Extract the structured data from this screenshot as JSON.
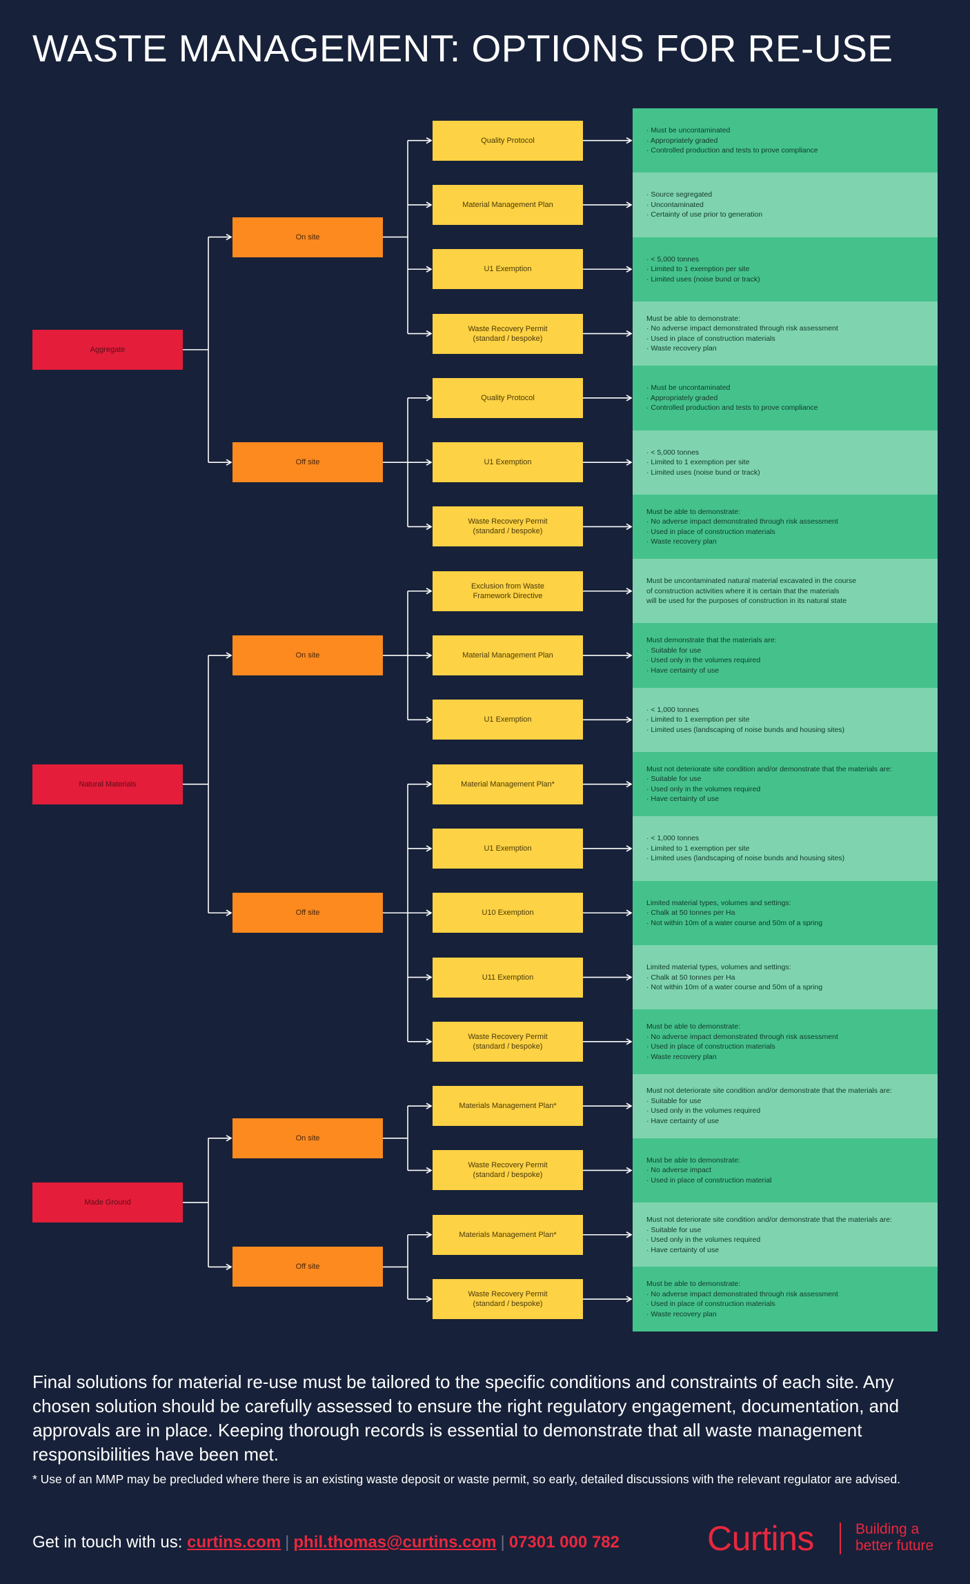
{
  "title": "WASTE MANAGEMENT: OPTIONS FOR RE-USE",
  "tree": [
    {
      "label": "Aggregate",
      "branches": [
        {
          "label": "On site",
          "options": [
            {
              "label": "Quality Protocol",
              "criteria": "· Must be uncontaminated\n· Appropriately graded\n· Controlled production and tests to prove compliance"
            },
            {
              "label": "Material Management Plan",
              "criteria": "· Source segregated\n· Uncontaminated\n· Certainty of use prior to generation"
            },
            {
              "label": "U1 Exemption",
              "criteria": "· < 5,000 tonnes\n· Limited to 1 exemption per site\n· Limited uses (noise bund or track)"
            },
            {
              "label": "Waste Recovery Permit\n(standard / bespoke)",
              "criteria": "Must be able to demonstrate:\n· No adverse impact demonstrated through risk assessment\n· Used in place of construction materials\n· Waste recovery plan"
            }
          ]
        },
        {
          "label": "Off site",
          "options": [
            {
              "label": "Quality Protocol",
              "criteria": "· Must be uncontaminated\n· Appropriately graded\n· Controlled production and tests to prove compliance"
            },
            {
              "label": "U1 Exemption",
              "criteria": "· < 5,000 tonnes\n· Limited to 1 exemption per site\n· Limited uses (noise bund or track)"
            },
            {
              "label": "Waste Recovery Permit\n(standard / bespoke)",
              "criteria": "Must be able to demonstrate:\n· No adverse impact demonstrated through risk assessment\n· Used in place of construction materials\n· Waste recovery plan"
            }
          ]
        }
      ]
    },
    {
      "label": "Natural Materials",
      "branches": [
        {
          "label": "On site",
          "options": [
            {
              "label": "Exclusion from Waste\nFramework Directive",
              "criteria": "Must be uncontaminated natural material excavated in the course\nof construction activities where it is certain that the materials\nwill be used for the purposes of construction in its natural state"
            },
            {
              "label": "Material Management Plan",
              "criteria": "Must demonstrate that the materials are:\n· Suitable for use\n· Used only in the volumes required\n· Have certainty of use"
            },
            {
              "label": "U1 Exemption",
              "criteria": "· < 1,000 tonnes\n· Limited to 1 exemption per site\n· Limited uses (landscaping of noise bunds and housing sites)"
            }
          ]
        },
        {
          "label": "Off site",
          "options": [
            {
              "label": "Material Management Plan*",
              "criteria": "Must not deteriorate site condition and/or demonstrate that the materials are:\n· Suitable for use\n· Used only in the volumes required\n· Have certainty of use"
            },
            {
              "label": "U1 Exemption",
              "criteria": "· < 1,000 tonnes\n· Limited to 1 exemption per site\n· Limited uses (landscaping of noise bunds and housing sites)"
            },
            {
              "label": "U10 Exemption",
              "criteria": "Limited material types, volumes and settings:\n· Chalk at 50 tonnes per Ha\n· Not within 10m of a water course and 50m of a spring"
            },
            {
              "label": "U11 Exemption",
              "criteria": "Limited material types, volumes and settings:\n· Chalk at 50 tonnes per Ha\n· Not within 10m of a water course and 50m of a spring"
            },
            {
              "label": "Waste Recovery Permit\n(standard / bespoke)",
              "criteria": "Must be able to demonstrate:\n· No adverse impact demonstrated through risk assessment\n· Used in place of construction materials\n· Waste recovery plan"
            }
          ]
        }
      ]
    },
    {
      "label": "Made Ground",
      "branches": [
        {
          "label": "On site",
          "options": [
            {
              "label": "Materials Management Plan*",
              "criteria": "Must not deteriorate site condition and/or demonstrate that the materials are:\n· Suitable for use\n· Used only in the volumes required\n· Have certainty of use"
            },
            {
              "label": "Waste Recovery Permit\n(standard / bespoke)",
              "criteria": "Must be able to demonstrate:\n· No adverse impact\n· Used in place of construction material"
            }
          ]
        },
        {
          "label": "Off site",
          "options": [
            {
              "label": "Materials Management Plan*",
              "criteria": "Must not deteriorate site condition and/or demonstrate that the materials are:\n· Suitable for use\n· Used only in the volumes required\n· Have certainty of use"
            },
            {
              "label": "Waste Recovery Permit\n(standard / bespoke)",
              "criteria": "Must be able to demonstrate:\n· No adverse impact demonstrated through risk assessment\n· Used in place of construction materials\n· Waste recovery plan"
            }
          ]
        }
      ]
    }
  ],
  "summary": "Final solutions for material re-use must be tailored to the specific conditions and constraints of each site. Any chosen solution should be carefully assessed to ensure the right regulatory engagement, documentation, and approvals are in place. Keeping thorough records is essential to demonstrate that all waste management responsibilities have been met.",
  "footnote": "* Use of an MMP may be precluded where there is an existing waste deposit or waste permit, so early, detailed discussions with the relevant regulator are advised.",
  "contact": {
    "prefix": "Get in touch with us:",
    "website": "curtins.com",
    "email": "phil.thomas@curtins.com",
    "phone": "07301 000 782",
    "separator": "|"
  },
  "brand": {
    "name": "Curtins",
    "tagline": "Building a\nbetter future"
  },
  "colors": {
    "background": "#172139",
    "root": "#e41d3a",
    "branch": "#fd8a1f",
    "option": "#fdd244",
    "criteria_a": "#45c28c",
    "criteria_b": "#7fd4af",
    "brand": "#e8283e"
  }
}
